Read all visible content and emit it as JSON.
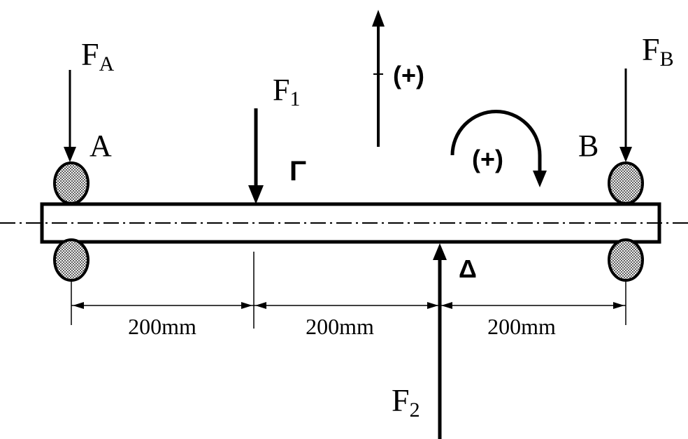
{
  "forces": {
    "fa": {
      "main": "F",
      "sub": "A"
    },
    "f1": {
      "main": "F",
      "sub": "1"
    },
    "fb": {
      "main": "F",
      "sub": "B"
    },
    "f2": {
      "main": "F",
      "sub": "2"
    }
  },
  "points": {
    "a": "A",
    "b": "B",
    "gamma": "Γ",
    "delta": "Δ"
  },
  "sign_convention": {
    "vertical": "(+)",
    "moment": "(+)"
  },
  "dimensions": [
    "200mm",
    "200mm",
    "200mm"
  ]
}
